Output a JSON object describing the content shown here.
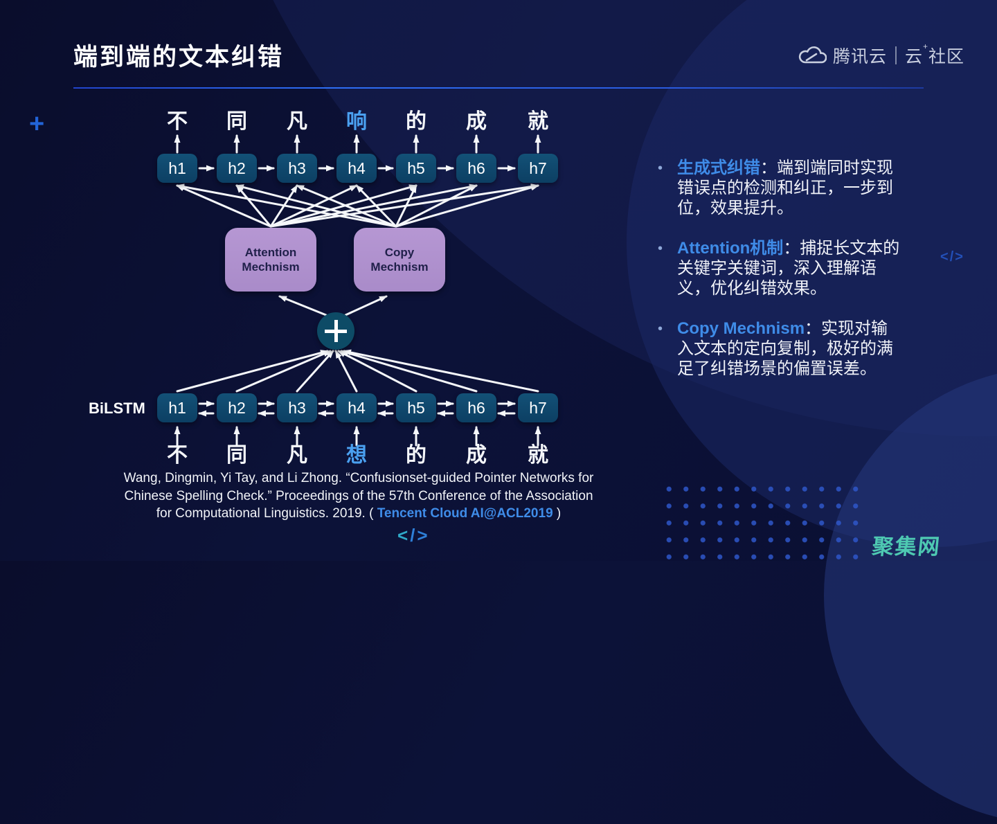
{
  "slide": {
    "title": "端到端的文本纠错",
    "logo": {
      "brand": "腾讯云",
      "community_prefix": "云",
      "community_plus": "+",
      "community_suffix": "社区"
    },
    "plus_decoration": "+",
    "watermark": "聚集网",
    "code_icon": {
      "lt": "<",
      "slash": "/",
      "gt": ">"
    }
  },
  "diagram": {
    "top_sentence": [
      "不",
      "同",
      "凡",
      "响",
      "的",
      "成",
      "就"
    ],
    "top_highlight_char": "响",
    "top_boxes": [
      "h1",
      "h2",
      "h3",
      "h4",
      "h5",
      "h6",
      "h7"
    ],
    "attention_box": "Attention Mechnism",
    "copy_box": "Copy Mechnism",
    "bilstm_label": "BiLSTM",
    "bottom_boxes": [
      "h1",
      "h2",
      "h3",
      "h4",
      "h5",
      "h6",
      "h7"
    ],
    "bottom_sentence": [
      "不",
      "同",
      "凡",
      "想",
      "的",
      "成",
      "就"
    ],
    "bottom_highlight_char": "想"
  },
  "bullets": [
    {
      "term": "生成式纠错",
      "body": "：端到端同时实现错误点的检测和纠正，一步到位，效果提升。"
    },
    {
      "term": "Attention机制",
      "body": "：捕捉长文本的关键字关键词，深入理解语义，优化纠错效果。"
    },
    {
      "term": "Copy Mechnism",
      "body": "：实现对输入文本的定向复制，极好的满足了纠错场景的偏置误差。"
    }
  ],
  "citation": {
    "line1": "Wang, Dingmin, Yi Tay, and Li Zhong.  “Confusionset-guided Pointer Networks for",
    "line2": "Chinese Spelling Check.”  Proceedings of the 57th Conference of the Association",
    "line3_prefix": "for Computational Linguistics. 2019. ( ",
    "line3_link": "Tencent Cloud AI@ACL2019",
    "line3_suffix": " )"
  },
  "colors": {
    "background": "#0c1238",
    "accent_blue": "#2e6ef5",
    "term_blue": "#3f8ce8",
    "highlight_char_blue": "#4aa0f0",
    "hbox_teal": "#0e4a70",
    "mechanism_purple": "#b192ce",
    "watermark_teal": "#4ec9b2"
  }
}
